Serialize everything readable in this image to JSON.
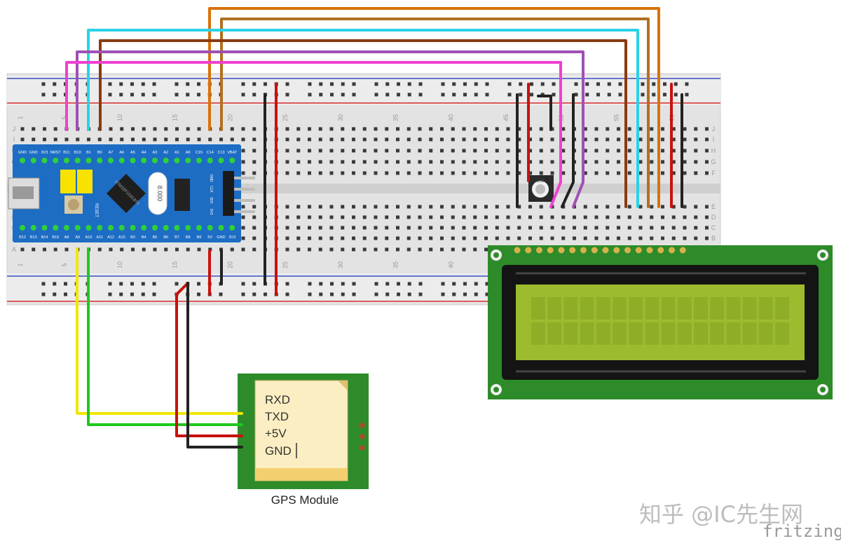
{
  "breadboard": {
    "column_numbers": [
      "1",
      "5",
      "10",
      "15",
      "20",
      "25",
      "30",
      "35",
      "40",
      "45",
      "50",
      "55",
      "60"
    ],
    "row_letters_top": [
      "J",
      "I",
      "H",
      "G",
      "F"
    ],
    "row_letters_bottom": [
      "E",
      "D",
      "C",
      "B",
      "A"
    ]
  },
  "stm32": {
    "top_pins": [
      "GND",
      "GND",
      "3V3",
      "NRST",
      "B11",
      "B10",
      "B1",
      "B0",
      "A7",
      "A6",
      "A5",
      "A4",
      "A3",
      "A2",
      "A1",
      "A0",
      "C15",
      "C14",
      "C13",
      "VBAT"
    ],
    "bottom_pins": [
      "B12",
      "B13",
      "B14",
      "B15",
      "A8",
      "A9",
      "A10",
      "A11",
      "A12",
      "A15",
      "B3",
      "B4",
      "B5",
      "B6",
      "B7",
      "B8",
      "B9",
      "5V",
      "GND",
      "3V3"
    ],
    "chip_label": "STM32F103C8T6",
    "crystal_label": "8.000",
    "reset_label": "RESET",
    "header_pins": [
      "GND",
      "CLK",
      "DIO",
      "3V3"
    ]
  },
  "gps": {
    "pins": [
      "RXD",
      "TXD",
      "+5V",
      "GND"
    ],
    "caption": "GPS Module"
  },
  "pot_label": "103",
  "watermark": "知乎 @IC先生网",
  "brand": "fritzing",
  "colors": {
    "pcb_green": "#2e8b2a",
    "stm32_blue": "#1d6dc4",
    "lcd_screen": "#9dbb2e",
    "wire_red": "#c8120c",
    "wire_black": "#222222",
    "wire_yellow": "#f2e600",
    "wire_green": "#1ec81e",
    "wire_cyan": "#2ad2e6",
    "wire_orange": "#d8720a",
    "wire_brown": "#8a3a10",
    "wire_purple": "#a050b4",
    "wire_magenta": "#f040d0",
    "wire_darkbrown": "#b07020"
  }
}
